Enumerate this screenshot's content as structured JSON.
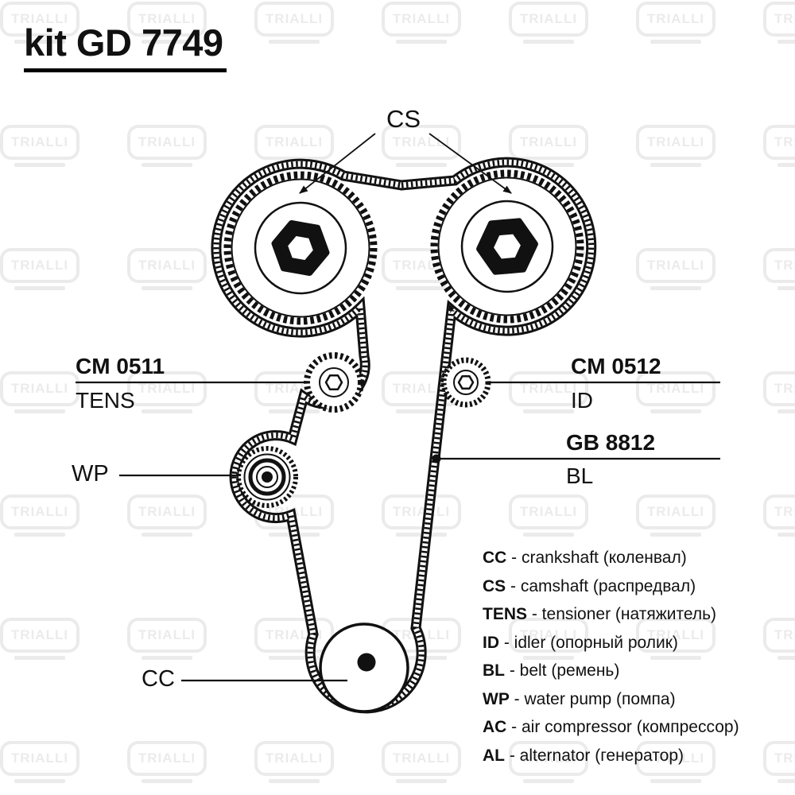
{
  "title": "kit GD 7749",
  "watermark": {
    "text": "TRIALLI"
  },
  "labels": {
    "camshaft": "CS",
    "tensioner_part": "CM 0511",
    "tensioner_abbr": "TENS",
    "idler_part": "CM 0512",
    "idler_abbr": "ID",
    "belt_part": "GB 8812",
    "belt_abbr": "BL",
    "water_pump": "WP",
    "crankshaft": "CC"
  },
  "legend": [
    {
      "abbr": "CC",
      "desc": "- crankshaft (коленвал)"
    },
    {
      "abbr": "CS",
      "desc": "- camshaft (распредвал)"
    },
    {
      "abbr": "TENS",
      "desc": "- tensioner (натяжитель)"
    },
    {
      "abbr": "ID",
      "desc": "- idler (опорный ролик)"
    },
    {
      "abbr": "BL",
      "desc": "- belt (ремень)"
    },
    {
      "abbr": "WP",
      "desc": "- water pump (помпа)"
    },
    {
      "abbr": "AC",
      "desc": "- air compressor (компрессор)"
    },
    {
      "abbr": "AL",
      "desc": "- alternator (генератор)"
    }
  ],
  "colors": {
    "ink": "#111111",
    "watermark": "#ebebeb"
  }
}
